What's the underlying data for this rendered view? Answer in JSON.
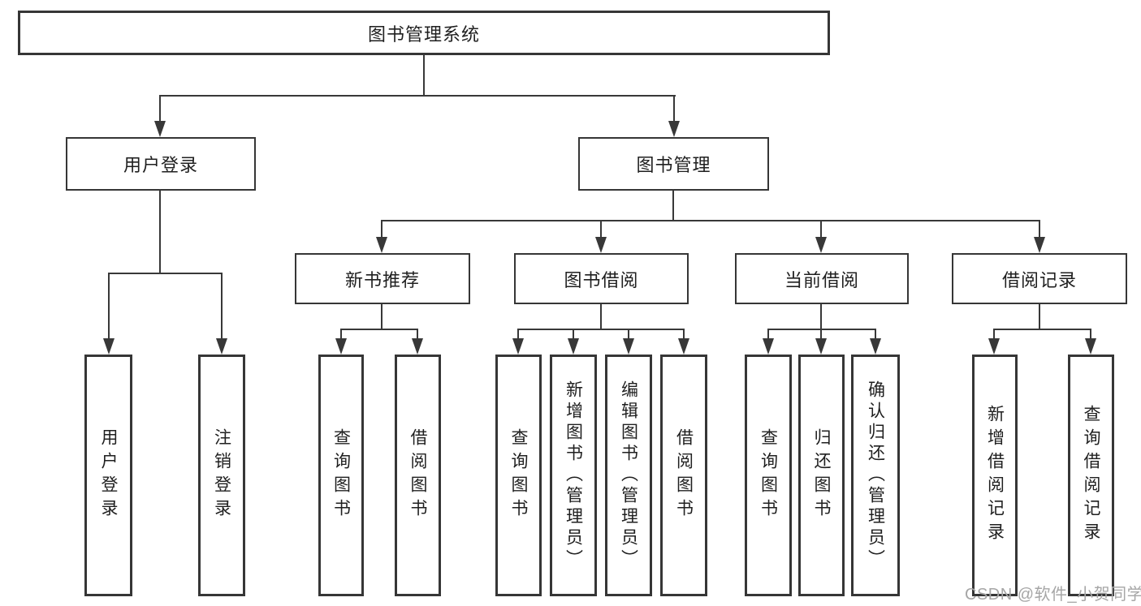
{
  "diagram": {
    "root": {
      "label": "图书管理系统"
    },
    "level2": [
      {
        "label": "用户登录"
      },
      {
        "label": "图书管理"
      }
    ],
    "level3": [
      {
        "label": "新书推荐"
      },
      {
        "label": "图书借阅"
      },
      {
        "label": "当前借阅"
      },
      {
        "label": "借阅记录"
      }
    ],
    "leaves": {
      "user_login": [
        "用户登录",
        "注销登录"
      ],
      "new_books": [
        "查询图书",
        "借阅图书"
      ],
      "book_borrow": [
        "查询图书",
        "新增图书（管理员）",
        "编辑图书（管理员）",
        "借阅图书"
      ],
      "current_borrow": [
        "查询图书",
        "归还图书",
        "确认归还（管理员）"
      ],
      "borrow_records": [
        "新增借阅记录",
        "查询借阅记录"
      ]
    },
    "colors": {
      "line": "#383838",
      "box_border": "#363636",
      "text": "#1f1f1f",
      "watermark": "#a6a6a6",
      "background": "#ffffff"
    }
  },
  "watermark": {
    "text": "CSDN @软件_小贺同学"
  }
}
